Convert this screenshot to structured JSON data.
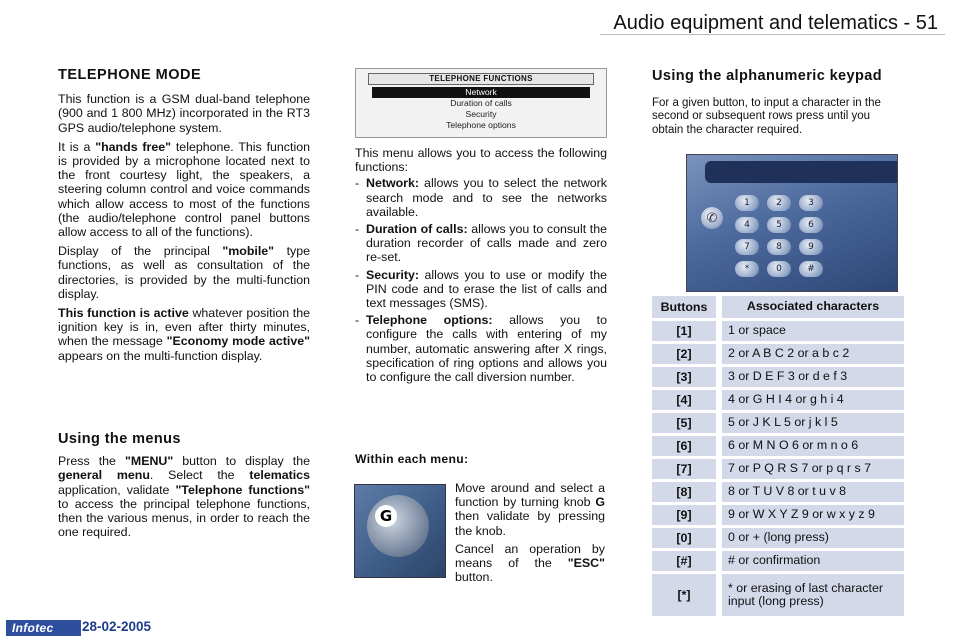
{
  "header": {
    "title": "Audio equipment and telematics - 51"
  },
  "col1": {
    "title": "TELEPHONE MODE",
    "p1": "This function is a GSM dual-band telephone (900 and 1 800 MHz) incorporated in the RT3 GPS audio/telephone system.",
    "p2_a": "It is a ",
    "p2_b": "\"hands free\"",
    "p2_c": " telephone. This function is provided by a microphone located next to the front courtesy light, the speakers, a steering column control and voice commands which allow access to most of the functions (the audio/telephone control panel buttons allow access to all of the functions).",
    "p3_a": "Display of the principal ",
    "p3_b": "\"mobile\"",
    "p3_c": " type functions, as well as consultation of the directories, is provided by the multi-function display.",
    "p4_a": "This function is active",
    "p4_b": " whatever position the ignition key is in, even after thirty minutes, when the message ",
    "p4_c": "\"Economy mode active\"",
    "p4_d": " appears on the multi-function display.",
    "menus_title": "Using the menus",
    "m_a": "Press the ",
    "m_b": "\"MENU\"",
    "m_c": " button to display the ",
    "m_d": "general menu",
    "m_e": ". Select the ",
    "m_f": "telematics",
    "m_g": " application, validate ",
    "m_h": "\"Telephone functions\"",
    "m_i": " to access the principal telephone functions, then the various menus, in order to reach the one required."
  },
  "menu_screen": {
    "title": "TELEPHONE FUNCTIONS",
    "items": [
      "Network",
      "Duration of calls",
      "Security",
      "Telephone options"
    ]
  },
  "col2": {
    "intro": "This menu allows you to access the following functions:",
    "functions": [
      {
        "name": "Network:",
        "desc": " allows you to select the network search mode and to see the networks available."
      },
      {
        "name": "Duration of calls:",
        "desc": " allows you to consult the duration recorder of calls made and zero re-set."
      },
      {
        "name": "Security:",
        "desc": " allows you to use or modify the PIN code and to erase the list of calls and text messages (SMS)."
      },
      {
        "name": "Telephone options:",
        "desc": " allows you to configure the calls with entering of my number, automatic answering after X rings, specification of ring options and allows you to configure the call diversion number."
      }
    ],
    "within_title": "Within each menu:",
    "knob_label": "G",
    "k1_a": "Move around and select a function by turning knob ",
    "k1_b": "G",
    "k1_c": " then validate by pressing the knob.",
    "k2_a": "Cancel an operation by means of the ",
    "k2_b": "\"ESC\"",
    "k2_c": " button."
  },
  "col3": {
    "title": "Using the alphanumeric keypad",
    "intro": "For a given button, to input a character in the second or subsequent rows press until you obtain the character required.",
    "keypad_keys": [
      "1",
      "2",
      "3",
      "4",
      "5",
      "6",
      "7",
      "8",
      "9",
      "*",
      "0",
      "#"
    ],
    "table": {
      "headers": [
        "Buttons",
        "Associated characters"
      ],
      "rows": [
        [
          "[1]",
          "1 or space"
        ],
        [
          "[2]",
          "2 or A B C 2 or a b c 2"
        ],
        [
          "[3]",
          "3 or D E F 3 or d e f 3"
        ],
        [
          "[4]",
          "4 or G H I 4 or g h i 4"
        ],
        [
          "[5]",
          "5 or J K L 5 or j k l 5"
        ],
        [
          "[6]",
          "6 or M N O 6 or m n o 6"
        ],
        [
          "[7]",
          "7 or P Q R S 7 or p q r s 7"
        ],
        [
          "[8]",
          "8 or T U V 8 or t u v 8"
        ],
        [
          "[9]",
          "9 or W X Y Z 9 or w x y z 9"
        ],
        [
          "[0]",
          "0 or + (long press)"
        ],
        [
          "[#]",
          "# or confirmation"
        ],
        [
          "[*]",
          "* or erasing of last character input (long press)"
        ]
      ]
    }
  },
  "footer": {
    "logo": "Infotec",
    "date": "28-02-2005"
  }
}
